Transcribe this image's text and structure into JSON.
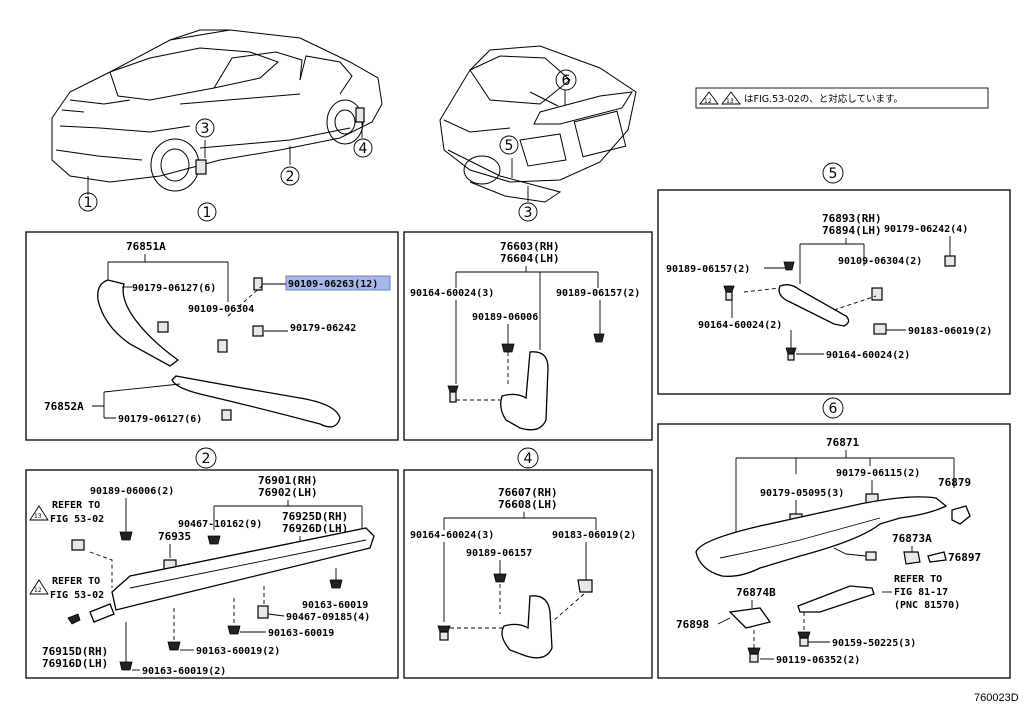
{
  "diagram_id": "760023D",
  "note": "はFIG.53-02の、と対応しています。",
  "note_tags": [
    "12",
    "13"
  ],
  "callouts": {
    "c1a": "1",
    "c1b": "1",
    "c2": "2",
    "c3a": "3",
    "c3b": "3",
    "c4": "4",
    "c5": "5",
    "c6": "6"
  },
  "panel_titles": {
    "p1": "1",
    "p2": "2",
    "p3": "3",
    "p4": "4",
    "p5": "5",
    "p6": "6"
  },
  "p1": {
    "main": "76851A",
    "sub": "76852A",
    "l1": "90179-06127(6)",
    "l2": "90109-06304",
    "l3": "90109-06263(12)",
    "l4": "90179-06242",
    "l5": "90179-06127(6)"
  },
  "p3": {
    "rh": "76603(RH)",
    "lh": "76604(LH)",
    "l1": "90164-60024(3)",
    "l2": "90189-06157(2)",
    "l3": "90189-06006"
  },
  "p5": {
    "rh": "76893(RH)",
    "lh": "76894(LH)",
    "l1": "90179-06242(4)",
    "l2": "90189-06157(2)",
    "l3": "90109-06304(2)",
    "l4": "90164-60024(2)",
    "l5": "90183-06019(2)",
    "l6": "90164-60024(2)"
  },
  "p2": {
    "rh": "76901(RH)",
    "lh": "76902(LH)",
    "l1": "90189-06006(2)",
    "ref13a": "REFER TO",
    "ref13b": "FIG 53-02",
    "ref12a": "REFER TO",
    "ref12b": "FIG 53-02",
    "tag13": "13",
    "tag12": "12",
    "l2": "90467-10162(9)",
    "l3": "76925D(RH)",
    "l4": "76926D(LH)",
    "l5": "76935",
    "l6": "90163-60019",
    "l7": "90467-09185(4)",
    "l8": "90163-60019",
    "l9": "90163-60019(2)",
    "l10": "76915D(RH)",
    "l11": "76916D(LH)",
    "l12": "90163-60019(2)"
  },
  "p4": {
    "rh": "76607(RH)",
    "lh": "76608(LH)",
    "l1": "90164-60024(3)",
    "l2": "90183-06019(2)",
    "l3": "90189-06157"
  },
  "p6": {
    "main": "76871",
    "l1": "90179-06115(2)",
    "l2": "90179-05095(3)",
    "l3": "76879",
    "l4": "76873A",
    "l5": "76897",
    "ref1": "REFER TO",
    "ref2": "FIG 81-17",
    "ref3": "(PNC 81570)",
    "l6": "76874B",
    "l7": "76898",
    "l8": "90159-50225(3)",
    "l9": "90119-06352(2)"
  },
  "colors": {
    "highlight": "#a9b7e8",
    "ink": "#000000",
    "paper": "#ffffff"
  }
}
